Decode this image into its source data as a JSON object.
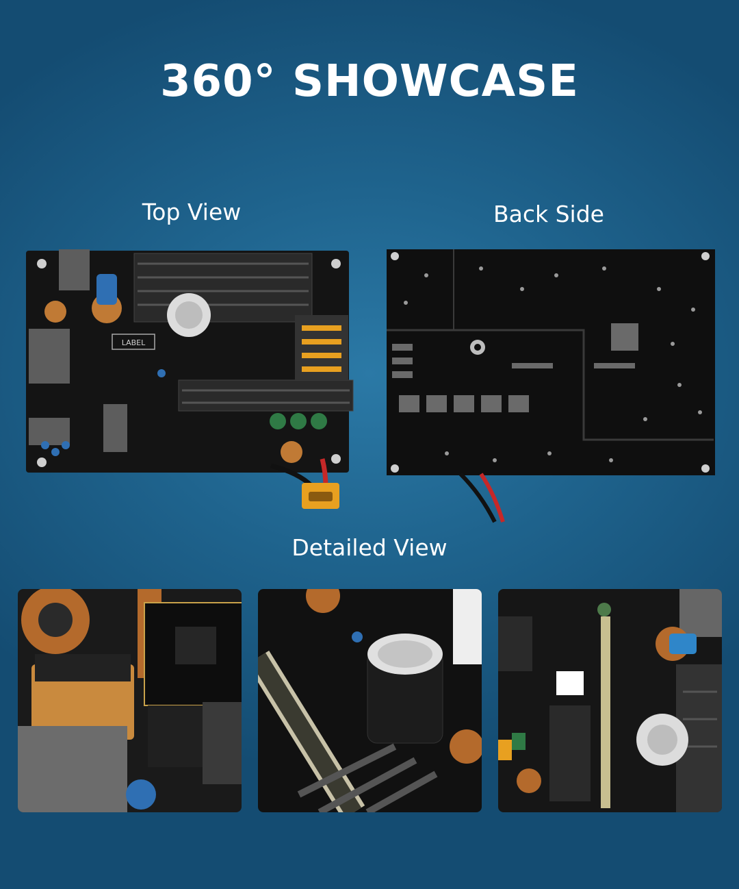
{
  "title": "360° SHOWCASE",
  "sections": {
    "top_view": "Top View",
    "back_side": "Back Side",
    "detailed_view": "Detailed View"
  },
  "board_marking": "LABEL",
  "colors": {
    "background": "#1f648e",
    "pcb": "#141414",
    "heatsink": "#2a2a2a",
    "copper": "#c07a35",
    "connector": "#e8a020"
  }
}
